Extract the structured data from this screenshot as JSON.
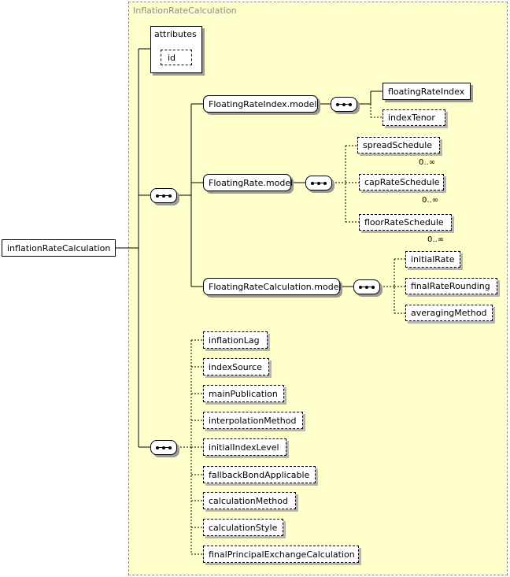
{
  "diagram": {
    "group_title": "InflationRateCalculation",
    "root": "inflationRateCalculation",
    "attributes": {
      "title": "attributes",
      "items": [
        "id"
      ]
    },
    "models": {
      "floating_rate_index": {
        "label": "FloatingRateIndex.model",
        "children": [
          "floatingRateIndex",
          "indexTenor"
        ]
      },
      "floating_rate": {
        "label": "FloatingRate.model",
        "children": [
          "spreadSchedule",
          "capRateSchedule",
          "floorRateSchedule"
        ],
        "cardinalities": [
          "0..∞",
          "0..∞",
          "0..∞"
        ]
      },
      "floating_rate_calculation": {
        "label": "FloatingRateCalculation.model",
        "children": [
          "initialRate",
          "finalRateRounding",
          "averagingMethod"
        ]
      }
    },
    "elements": [
      "inflationLag",
      "indexSource",
      "mainPublication",
      "interpolationMethod",
      "initialIndexLevel",
      "fallbackBondApplicable",
      "calculationMethod",
      "calculationStyle",
      "finalPrincipalExchangeCalculation"
    ]
  }
}
